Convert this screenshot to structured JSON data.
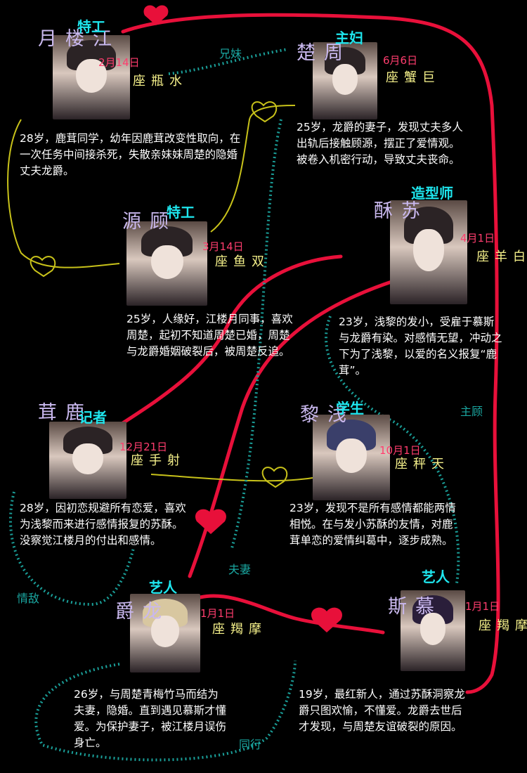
{
  "characters": [
    {
      "name": "江楼月",
      "role": "特工",
      "date": "2月14日",
      "sign": "水瓶座",
      "desc": "28岁，鹿茸同学，幼年因鹿茸改变性取向，在一次任务中间接杀死，失散亲妹妹周楚的隐婚丈夫龙爵。"
    },
    {
      "name": "周楚",
      "role": "主妇",
      "date": "6月6日",
      "sign": "巨蟹座",
      "desc": "25岁，龙爵的妻子，发现丈夫多人出轨后接触顾源，摆正了爱情观。被卷入机密行动，导致丈夫丧命。"
    },
    {
      "name": "顾源",
      "role": "特工",
      "date": "3月14日",
      "sign": "双鱼座",
      "desc": "25岁，人缘好，江楼月同事，喜欢周楚，起初不知道周楚已婚，周楚与龙爵婚姻破裂后，被周楚反追。"
    },
    {
      "name": "苏酥",
      "role": "造型师",
      "date": "4月1日",
      "sign": "白羊座",
      "desc": "23岁，浅黎的发小，受雇于慕斯与龙爵有染。对感情无望，冲动之下为了浅黎，以爱的名义报复“鹿茸”。"
    },
    {
      "name": "鹿茸",
      "role": "记者",
      "date": "12月21日",
      "sign": "射手座",
      "desc": "28岁，因初恋规避所有恋爱，喜欢为浅黎而来进行感情报复的苏酥。没察觉江楼月的付出和感情。"
    },
    {
      "name": "浅黎",
      "role": "学生",
      "date": "10月1日",
      "sign": "天秤座",
      "desc": "23岁，发现不是所有感情都能两情相悦。在与发小苏酥的友情，对鹿茸单恋的爱情纠葛中，逐步成熟。"
    },
    {
      "name": "龙爵",
      "role": "艺人",
      "date": "1月1日",
      "sign": "摩羯座",
      "desc": "26岁，与周楚青梅竹马而结为夫妻，隐婚。直到遇见慕斯才懂爱。为保护妻子，被江楼月误伤身亡。"
    },
    {
      "name": "慕斯",
      "role": "艺人",
      "date": "1月1日",
      "sign": "摩羯座",
      "desc": "19岁，最红新人，通过苏酥洞察龙爵只图欢愉，不懂爱。龙爵去世后才发现，与周楚友谊破裂的原因。"
    }
  ],
  "relations": [
    "兄妹",
    "主顾",
    "夫妻",
    "情敌",
    "同行"
  ],
  "colors": {
    "love": "#e8103a",
    "crush": "#c8c21a",
    "relation": "#1a9e98",
    "role": "#1ee6ee",
    "date": "#ff3d6e"
  }
}
